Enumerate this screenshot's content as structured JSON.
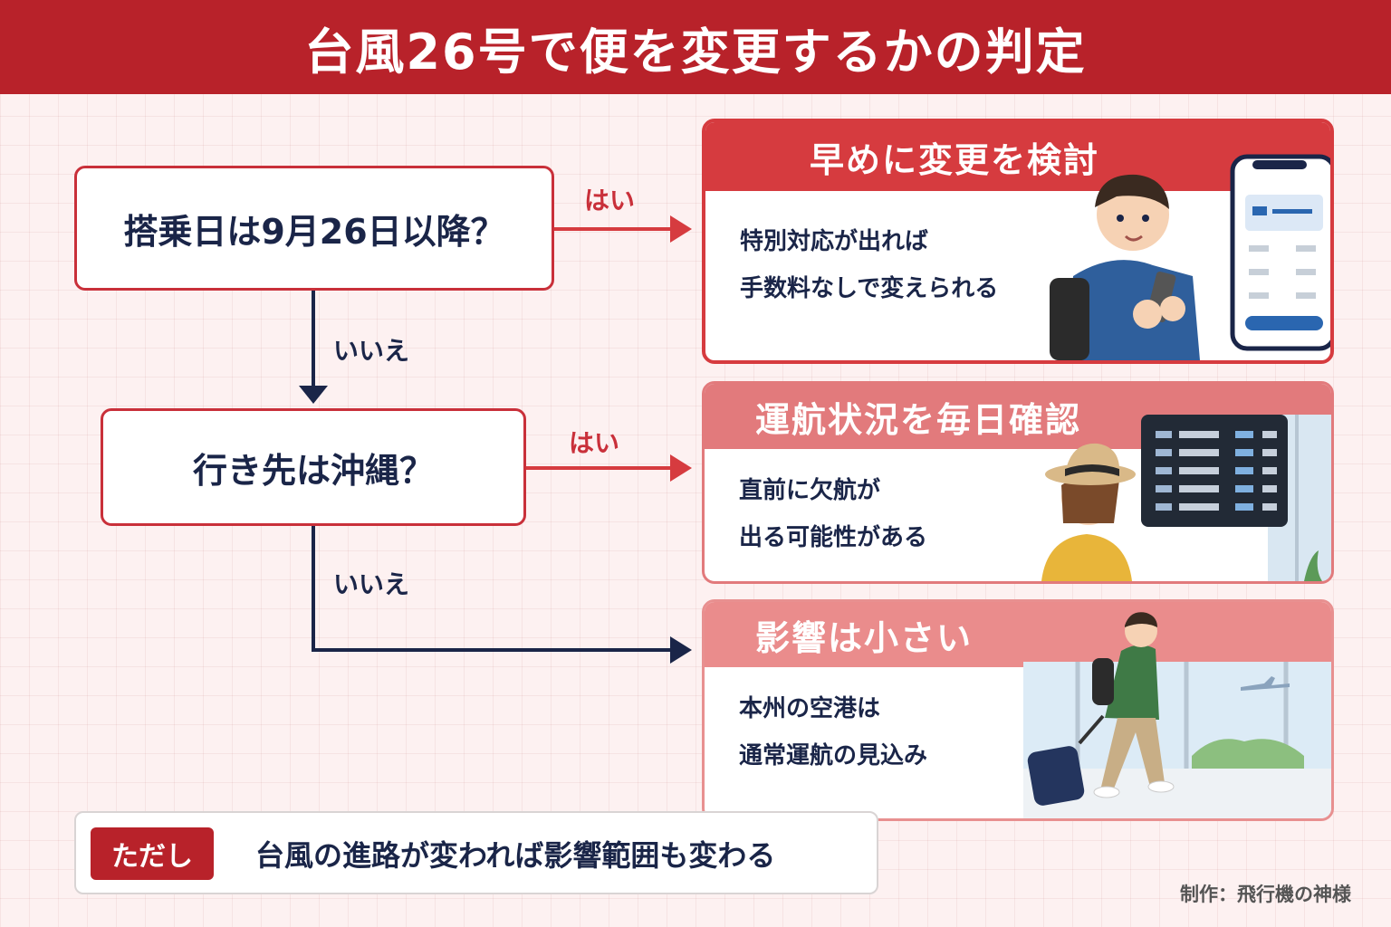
{
  "title": "台風26号で便を変更するかの判定",
  "questions": {
    "q1": "搭乗日は9月26日以降？",
    "q2": "行き先は沖縄？"
  },
  "edges": {
    "q1_yes": "はい",
    "q1_no": "いいえ",
    "q2_yes": "はい",
    "q2_no": "いいえ"
  },
  "results": [
    {
      "title": "早めに変更を検討",
      "line1": "特別対応が出れば",
      "line2": "手数料なしで変えられる"
    },
    {
      "title": "運航状況を毎日確認",
      "line1": "直前に欠航が",
      "line2": "出る可能性がある"
    },
    {
      "title": "影響は小さい",
      "line1": "本州の空港は",
      "line2": "通常運航の見込み"
    }
  ],
  "note": {
    "tag": "ただし",
    "text": "台風の進路が変われば影響範囲も変わる"
  },
  "credit": "制作：飛行機の神様",
  "colors": {
    "header": "#b8222a",
    "yes_arrow": "#d63b3f",
    "no_arrow": "#1a2548"
  },
  "icons": [
    "smartphone-icon",
    "departure-board-icon",
    "suitcase-icon"
  ]
}
